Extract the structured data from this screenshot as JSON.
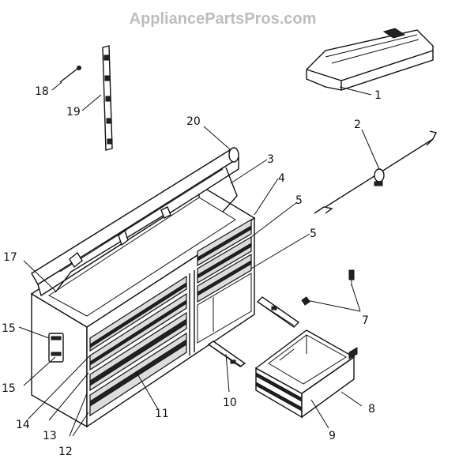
{
  "watermark": "AppliancePartsPros.com",
  "callouts": [
    "1",
    "2",
    "3",
    "4",
    "5",
    "5",
    "7",
    "8",
    "9",
    "10",
    "11",
    "12",
    "13",
    "14",
    "15",
    "15",
    "17",
    "18",
    "19",
    "20"
  ]
}
